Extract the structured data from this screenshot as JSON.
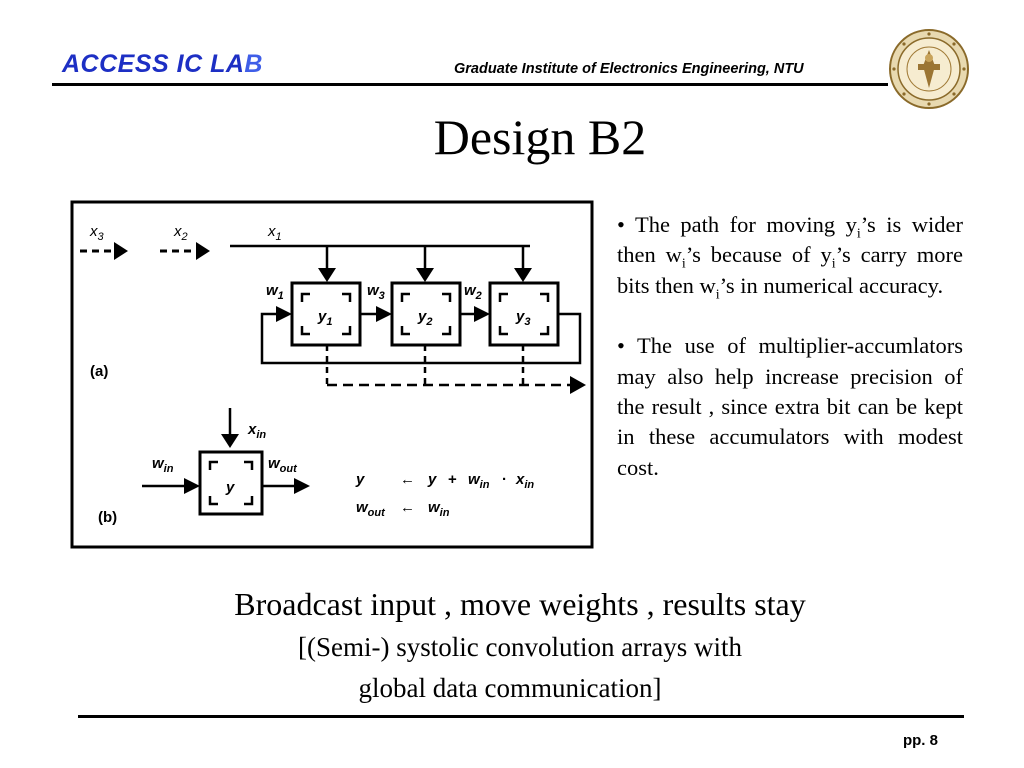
{
  "header": {
    "logo_access": "ACCESS IC LA",
    "logo_b": "B",
    "institute": "Graduate Institute of Electronics Engineering, NTU"
  },
  "title": "Design B2",
  "figure": {
    "x3": "x",
    "x3_sub": "3",
    "x2": "x",
    "x2_sub": "2",
    "x1": "x",
    "x1_sub": "1",
    "w1": "w",
    "w1_sub": "1",
    "w3": "w",
    "w3_sub": "3",
    "w2": "w",
    "w2_sub": "2",
    "y1": "y",
    "y1_sub": "1",
    "y2": "y",
    "y2_sub": "2",
    "y3": "y",
    "y3_sub": "3",
    "label_a": "(a)",
    "label_b": "(b)",
    "xin": "x",
    "xin_sub": "in",
    "win": "w",
    "win_sub": "in",
    "wout": "w",
    "wout_sub": "out",
    "cell_y": "y",
    "eq1_lhs": "y",
    "eq1_arrow": "←",
    "eq1_rhs_y": "y",
    "eq1_plus": "+",
    "eq1_w": "w",
    "eq1_w_sub": "in",
    "eq1_dot": "·",
    "eq1_x": "x",
    "eq1_x_sub": "in",
    "eq2_lhs": "w",
    "eq2_lhs_sub": "out",
    "eq2_arrow": "←",
    "eq2_rhs": "w",
    "eq2_rhs_sub": "in"
  },
  "bullets": {
    "b1_p1": "• The path for moving y",
    "b1_s1": "i",
    "b1_p2": "’s is wider then w",
    "b1_s2": "i",
    "b1_p3": "’s because of y",
    "b1_s3": "i",
    "b1_p4": "’s carry more bits then w",
    "b1_s4": "i",
    "b1_p5": "’s in numerical accuracy.",
    "b2": "• The use of multiplier-accumlators may also help increase precision of the result , since extra bit can be kept in these accumulators with modest cost."
  },
  "caption": "Broadcast input , move weights , results stay",
  "sub_line1": "[(Semi-) systolic convolution arrays with",
  "sub_line2": "global data communication]",
  "page_number": "pp. 8"
}
